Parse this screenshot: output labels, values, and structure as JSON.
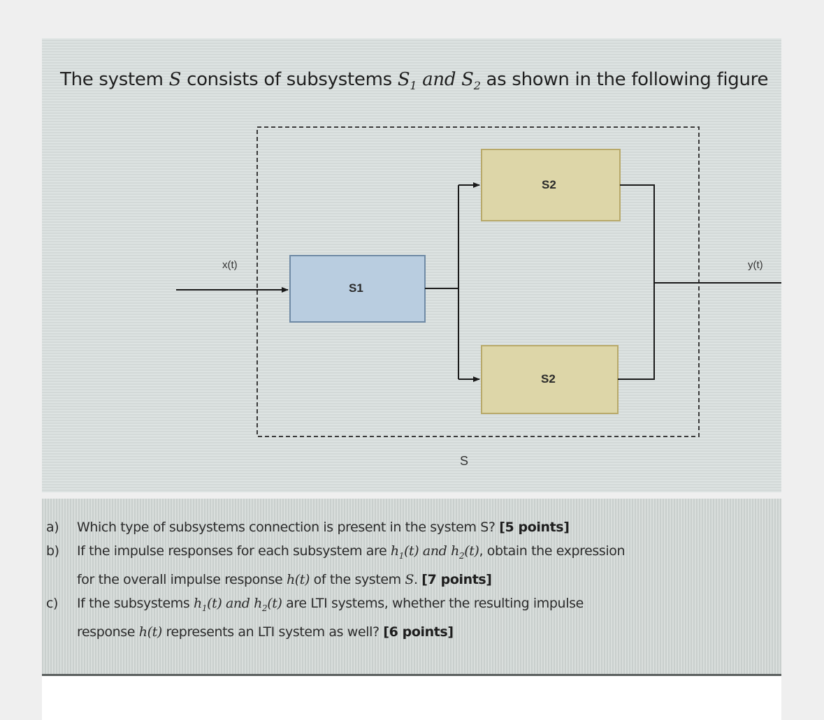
{
  "problem": {
    "intro": {
      "part1": "The system ",
      "S": "S",
      "part2": " consists of subsystems ",
      "S1_base": "S",
      "S1_sub": "1",
      "and": " and ",
      "S2_base": "S",
      "S2_sub": "2",
      "part3": " as shown in the following figure"
    }
  },
  "diagram": {
    "input_label": "x(t)",
    "output_label": "y(t)",
    "system_label": "S",
    "blocks": [
      {
        "id": "S1",
        "label": "S1",
        "fill": "#b9cde0",
        "stroke": "#6f8aa5"
      },
      {
        "id": "S2_top",
        "label": "S2",
        "fill": "#ddd6a8",
        "stroke": "#b8a96a"
      },
      {
        "id": "S2_bottom",
        "label": "S2",
        "fill": "#ddd6a8",
        "stroke": "#b8a96a"
      }
    ],
    "connection": "S1 in series, followed by two parallel S2 branches summed to output"
  },
  "questions": [
    {
      "letter": "a)",
      "text": "Which type of subsystems connection is present in the system S? ",
      "points": "[5 points]"
    },
    {
      "letter": "b)",
      "line1_a": "If the impulse responses for each subsystem are ",
      "h1": "h",
      "h1_sub": "1",
      "h1_arg": "(t)",
      "and": " and ",
      "h2": "h",
      "h2_sub": "2",
      "h2_arg": "(t)",
      "line1_b": ", obtain the expression",
      "line2_a": "for the overall impulse response ",
      "h": "h(t)",
      "line2_b": " of the system ",
      "S": "S",
      "line2_c": ". ",
      "points": "[7 points]"
    },
    {
      "letter": "c)",
      "line1_a": "If the subsystems ",
      "h1": "h",
      "h1_sub": "1",
      "h1_arg": "(t)",
      "and": " and ",
      "h2": "h",
      "h2_sub": "2",
      "h2_arg": "(t)",
      "line1_b": " are LTI systems, whether the resulting impulse",
      "line2_a": "response ",
      "h": "h(t)",
      "line2_b": " represents an LTI system as well? ",
      "points": "[6 points]"
    }
  ]
}
